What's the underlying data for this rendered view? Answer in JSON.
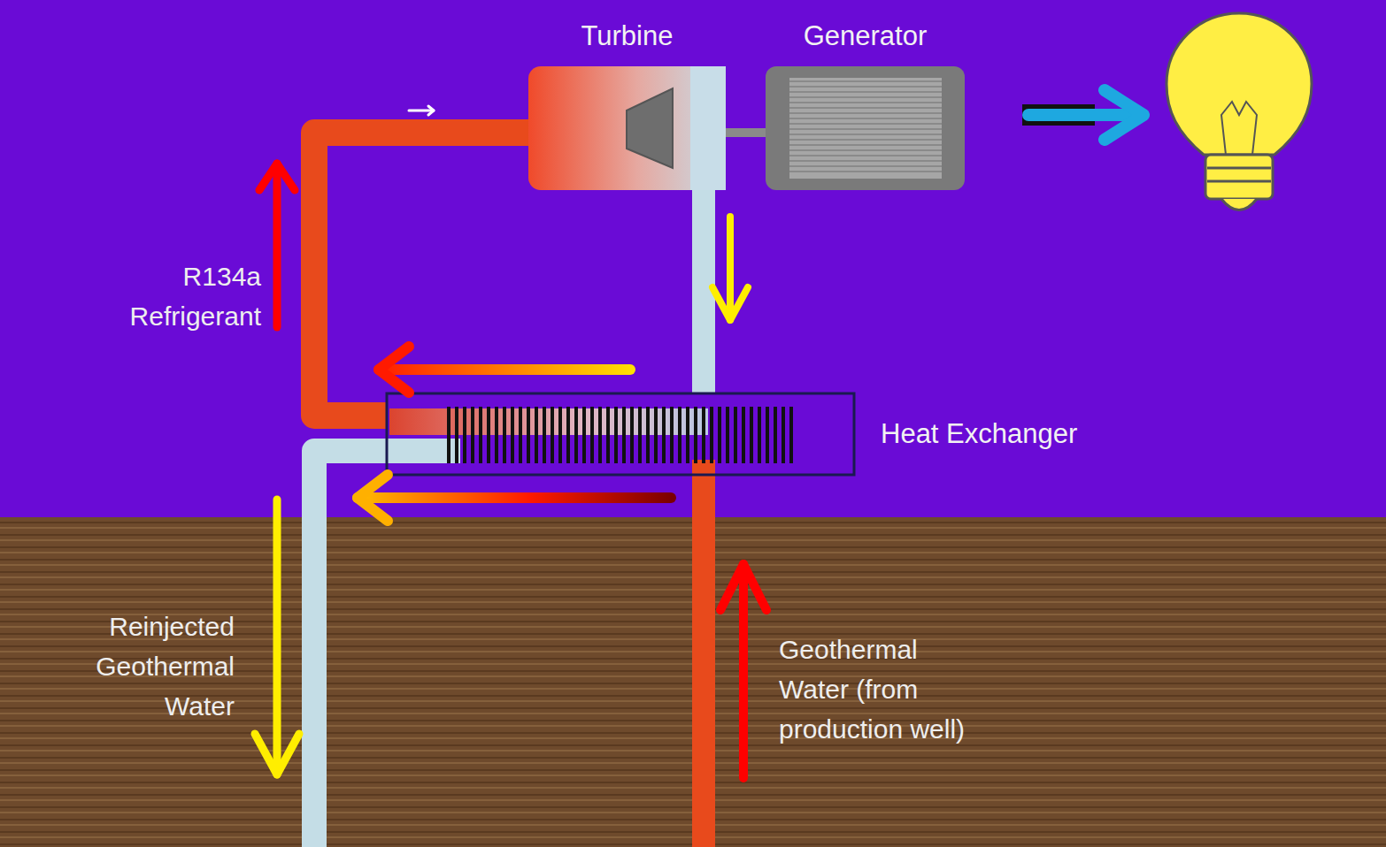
{
  "diagram": {
    "nodes": [
      {
        "text": [
          "Turbine"
        ]
      },
      {
        "text": [
          "Generator"
        ]
      },
      {
        "text": [
          "Heat Exchanger"
        ]
      }
    ],
    "edges": [
      {
        "from": 2,
        "to": 0,
        "arrow": "none"
      },
      {
        "from": 0,
        "to": 2,
        "arrow": "none"
      },
      {
        "from": 0,
        "to": 1,
        "arrow": "none"
      }
    ],
    "labels": [
      "R134a Refrigerant",
      "Reinjected Geothermal Water",
      "Geothermal Water (from production well)"
    ]
  }
}
